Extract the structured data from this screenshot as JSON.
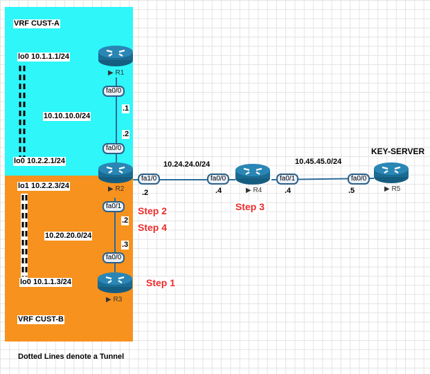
{
  "zones": {
    "cust_a": {
      "label": "VRF CUST-A",
      "color": "#2ef6f9"
    },
    "cust_b": {
      "label": "VRF CUST-B",
      "color": "#f7921e"
    }
  },
  "loopbacks": {
    "r1_lo0": "lo0 10.1.1.1/24",
    "r2_lo0": "lo0 10.2.2.1/24",
    "r2_lo1": "lo1 10.2.2.3/24",
    "r3_lo0": "lo0 10.1.1.3/24"
  },
  "subnets": {
    "r1_r2": "10.10.10.0/24",
    "r2_r3": "10.20.20.0/24",
    "r2_r4": "10.24.24.0/24",
    "r4_r5": "10.45.45.0/24"
  },
  "routers": [
    {
      "name": "R1"
    },
    {
      "name": "R2"
    },
    {
      "name": "R3"
    },
    {
      "name": "R4"
    },
    {
      "name": "R5",
      "role": "KEY-SERVER"
    }
  ],
  "interfaces": {
    "r1_fa00": "fa0/0",
    "r2_fa00": "fa0/0",
    "r2_fa01": "fa0/1",
    "r2_fa10": "fa1/0",
    "r3_fa00": "fa0/0",
    "r4_fa00": "fa0/0",
    "r4_fa01": "fa0/1",
    "r5_fa00": "fa0/0"
  },
  "hosts": {
    "r1_r2_r1": ".1",
    "r1_r2_r2": ".2",
    "r2_r3_r2": ".2",
    "r2_r3_r3": ".3",
    "r2_r4_r2": ".2",
    "r2_r4_r4": ".4",
    "r4_r5_r4": ".4",
    "r4_r5_r5": ".5"
  },
  "steps": [
    "Step 1",
    "Step 2",
    "Step 3",
    "Step 4"
  ],
  "legend": "Dotted Lines denote a Tunnel",
  "colors": {
    "link": "#2b6a99",
    "step": "#ee2b2b",
    "router": "#1d6f97"
  }
}
